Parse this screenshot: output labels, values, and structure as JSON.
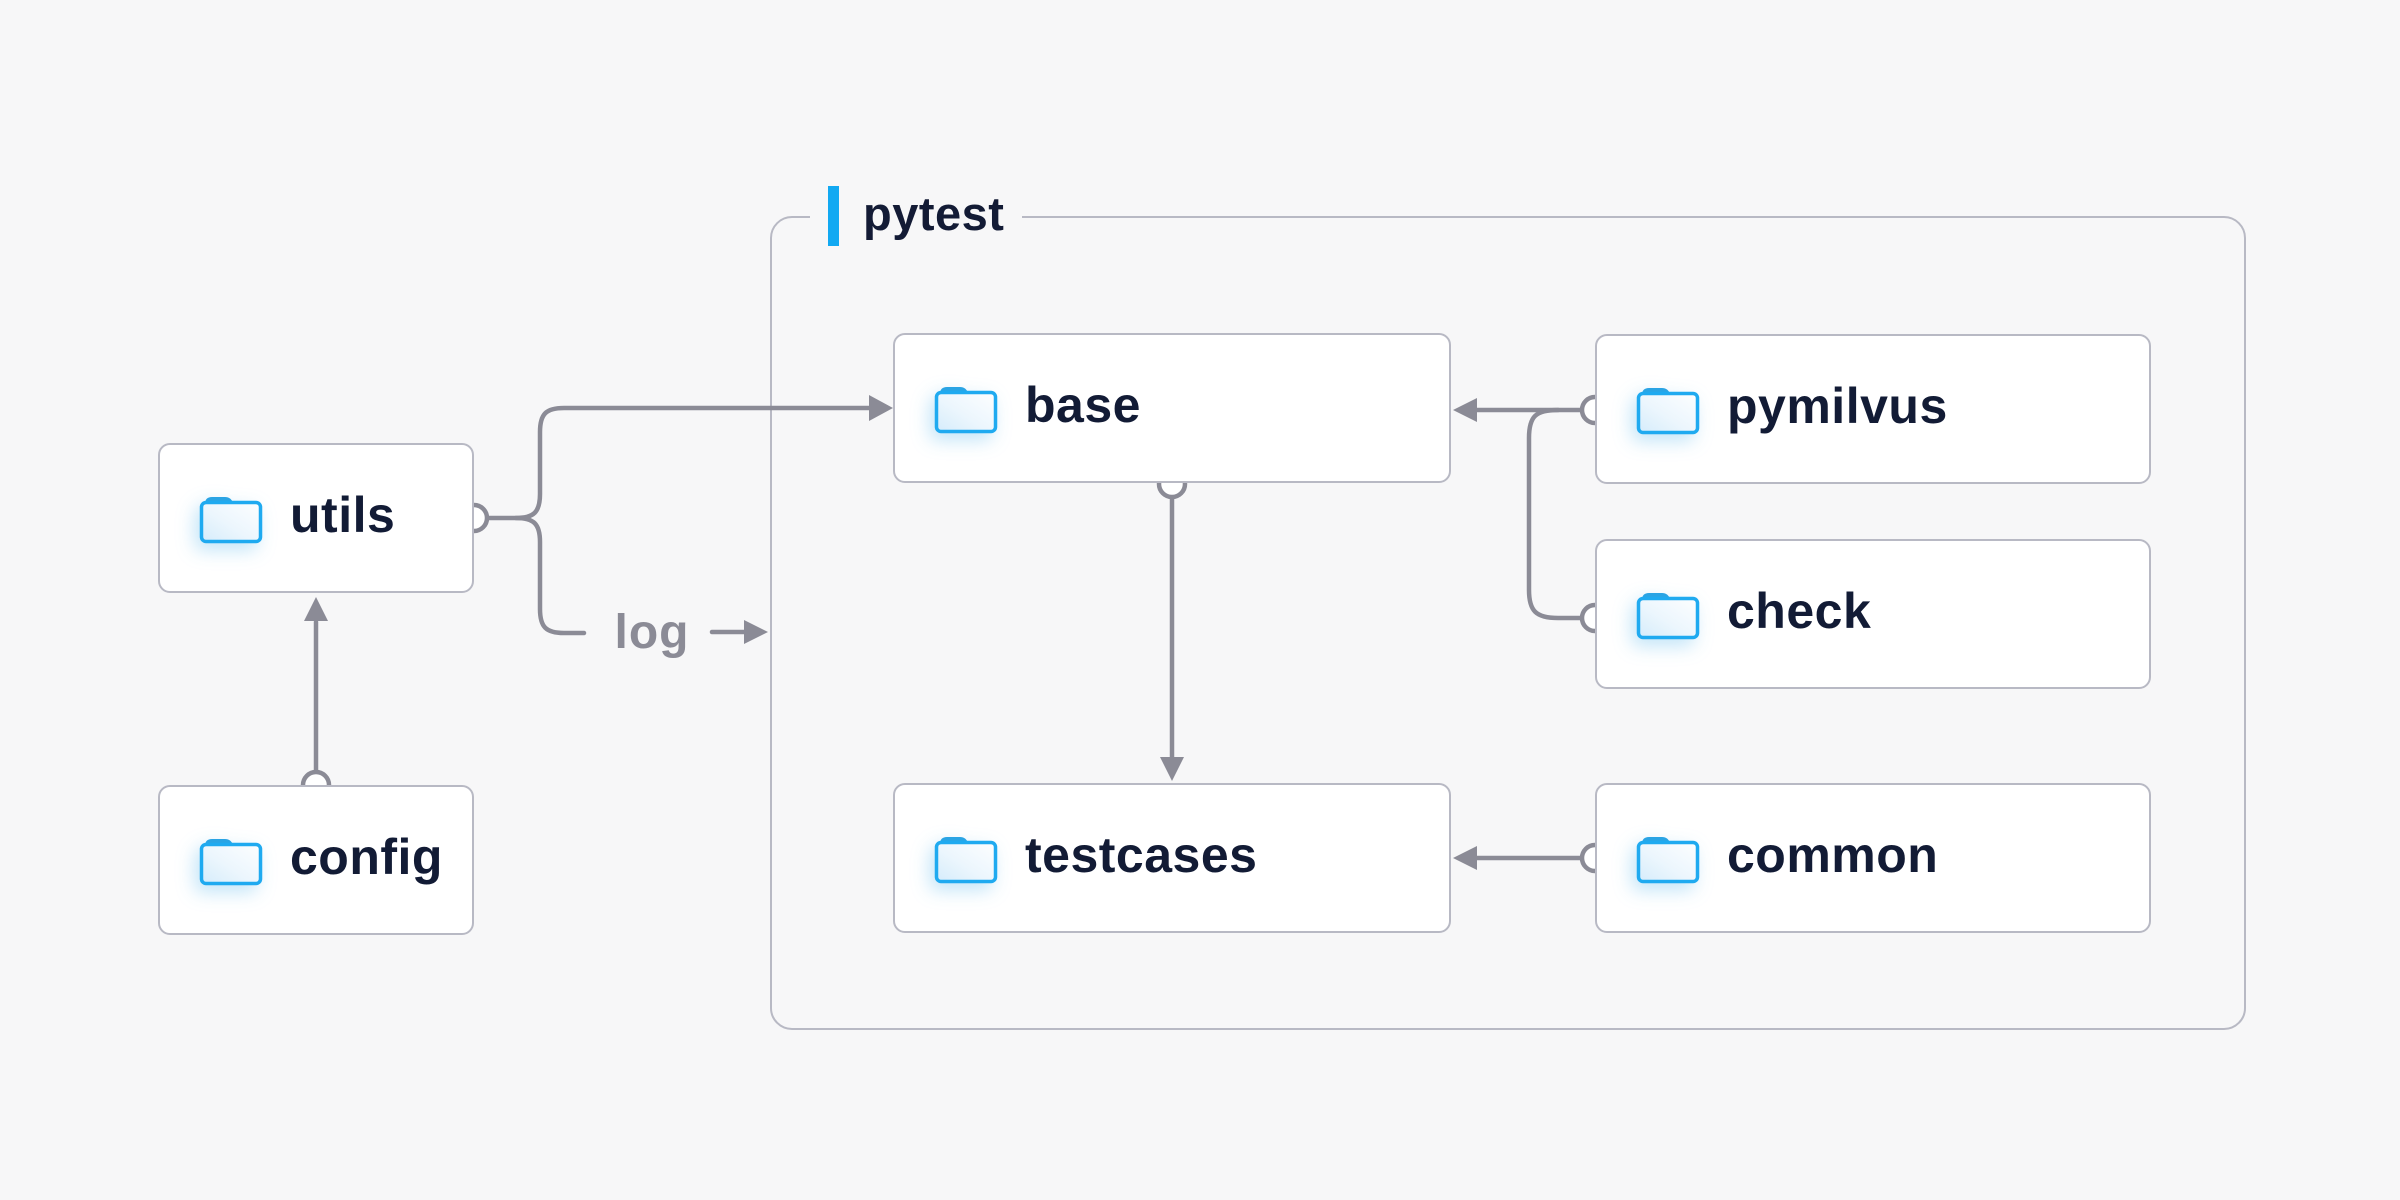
{
  "diagram": {
    "container_label": "pytest",
    "log_label": "log",
    "nodes": {
      "utils": {
        "label": "utils",
        "icon": "folder-icon"
      },
      "config": {
        "label": "config",
        "icon": "folder-icon"
      },
      "base": {
        "label": "base",
        "icon": "folder-icon"
      },
      "testcases": {
        "label": "testcases",
        "icon": "folder-icon"
      },
      "pymilvus": {
        "label": "pymilvus",
        "icon": "folder-icon"
      },
      "check": {
        "label": "check",
        "icon": "folder-icon"
      },
      "common": {
        "label": "common",
        "icon": "folder-icon"
      }
    },
    "edges": [
      {
        "from": "utils",
        "to": "base",
        "style": "arrow"
      },
      {
        "from": "utils",
        "to": "log",
        "style": "arrow",
        "annotation": "log"
      },
      {
        "from": "config",
        "to": "utils",
        "style": "arrow"
      },
      {
        "from": "base",
        "to": "testcases",
        "style": "arrow"
      },
      {
        "from": "pymilvus",
        "to": "base",
        "style": "arrow"
      },
      {
        "from": "check",
        "to": "base",
        "style": "arrow"
      },
      {
        "from": "common",
        "to": "testcases",
        "style": "arrow"
      }
    ],
    "colors": {
      "background": "#f7f7f8",
      "box_fill": "#ffffff",
      "box_border": "#b8b9c4",
      "connector": "#8b8b96",
      "text": "#121b35",
      "muted_text": "#8b8b96",
      "accent_blue": "#12a9f2",
      "folder_stroke": "#1faaf0",
      "folder_tab": "#2aa4e4",
      "folder_fill": "#ddeffb"
    }
  }
}
